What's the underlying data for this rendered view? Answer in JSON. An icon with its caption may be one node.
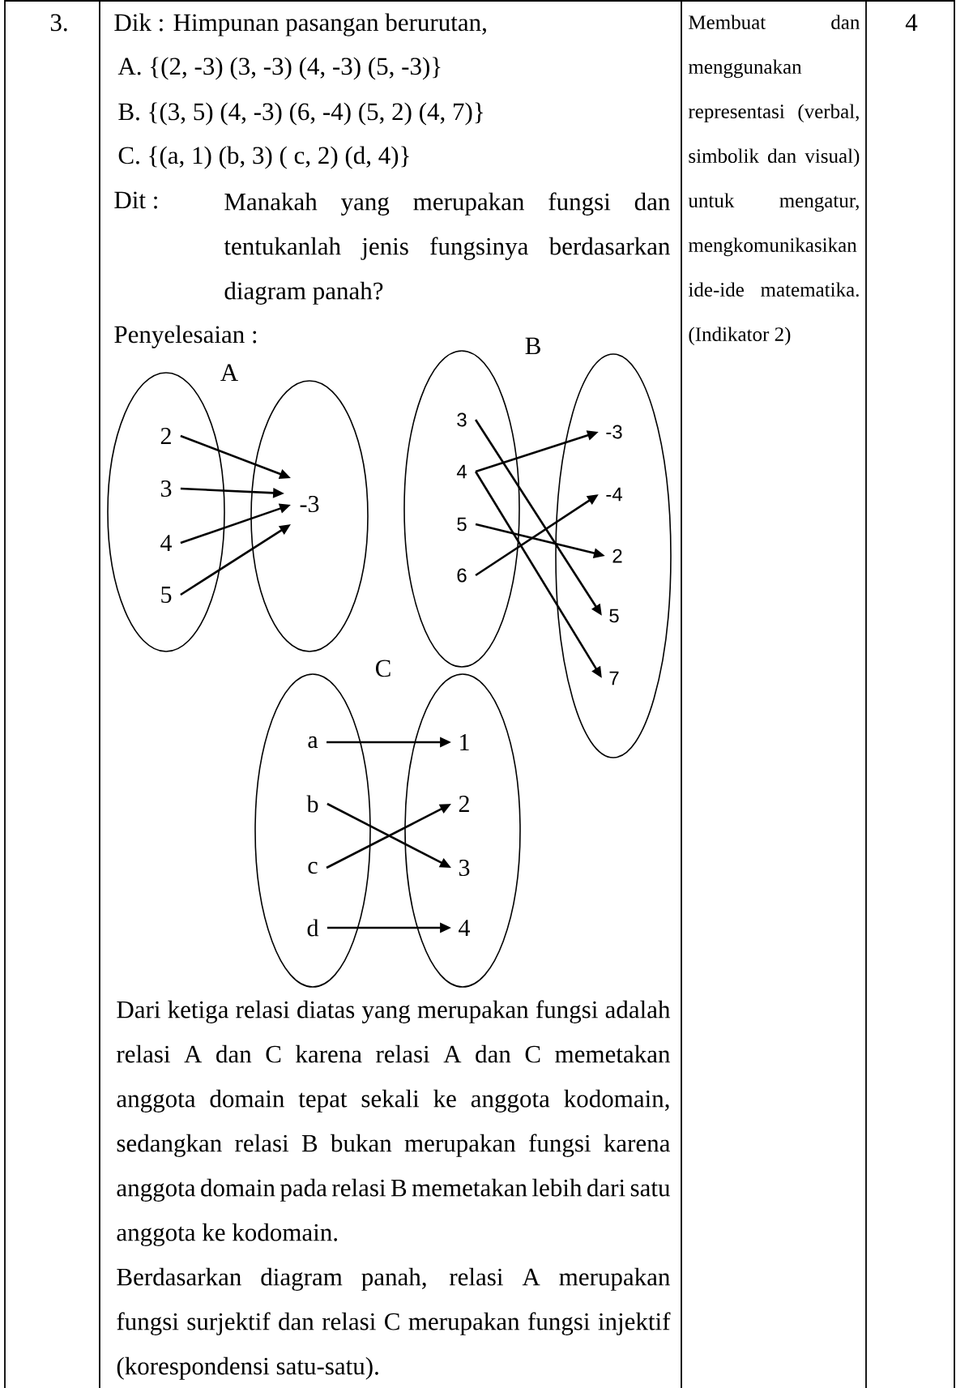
{
  "diagram": {
    "nodes": [
      {
        "text": [],
        "shape": "ellipse"
      },
      {
        "text": [],
        "shape": "ellipse"
      },
      {
        "text": [
          "2"
        ],
        "in": 0
      },
      {
        "text": [
          "3"
        ],
        "in": 0
      },
      {
        "text": [
          "4"
        ],
        "in": 0
      },
      {
        "text": [
          "5"
        ],
        "in": 0
      },
      {
        "text": [
          "-3"
        ],
        "in": 1
      },
      {
        "text": [],
        "shape": "ellipse"
      },
      {
        "text": [],
        "shape": "ellipse"
      },
      {
        "text": [
          "3"
        ],
        "in": 7
      },
      {
        "text": [
          "4"
        ],
        "in": 7
      },
      {
        "text": [
          "5"
        ],
        "in": 7
      },
      {
        "text": [
          "6"
        ],
        "in": 7
      },
      {
        "text": [
          "-3"
        ],
        "in": 8
      },
      {
        "text": [
          "-4"
        ],
        "in": 8
      },
      {
        "text": [
          "2"
        ],
        "in": 8
      },
      {
        "text": [
          "5"
        ],
        "in": 8
      },
      {
        "text": [
          "7"
        ],
        "in": 8
      },
      {
        "text": [],
        "shape": "ellipse"
      },
      {
        "text": [],
        "shape": "ellipse"
      },
      {
        "text": [
          "a"
        ],
        "in": 18
      },
      {
        "text": [
          "b"
        ],
        "in": 18
      },
      {
        "text": [
          "c"
        ],
        "in": 18
      },
      {
        "text": [
          "d"
        ],
        "in": 18
      },
      {
        "text": [
          "1"
        ],
        "in": 19
      },
      {
        "text": [
          "2"
        ],
        "in": 19
      },
      {
        "text": [
          "3"
        ],
        "in": 19
      },
      {
        "text": [
          "4"
        ],
        "in": 19
      }
    ],
    "edges": [
      {
        "from": 2,
        "to": 6,
        "arrow": "to"
      },
      {
        "from": 3,
        "to": 6,
        "arrow": "to"
      },
      {
        "from": 4,
        "to": 6,
        "arrow": "to"
      },
      {
        "from": 5,
        "to": 6,
        "arrow": "to"
      },
      {
        "from": 9,
        "to": 16,
        "arrow": "to"
      },
      {
        "from": 10,
        "to": 13,
        "arrow": "to"
      },
      {
        "from": 10,
        "to": 17,
        "arrow": "to"
      },
      {
        "from": 11,
        "to": 15,
        "arrow": "to"
      },
      {
        "from": 12,
        "to": 14,
        "arrow": "to"
      },
      {
        "from": 20,
        "to": 24,
        "arrow": "to"
      },
      {
        "from": 21,
        "to": 26,
        "arrow": "to"
      },
      {
        "from": 22,
        "to": 25,
        "arrow": "to"
      },
      {
        "from": 23,
        "to": 27,
        "arrow": "to"
      }
    ],
    "labels": [
      "3.",
      "Dik : Himpunan pasangan berurutan,",
      "A. {(2, -3) (3, -3) (4, -3) (5, -3)}",
      "B. {(3, 5) (4, -3) (6, -4) (5, 2) (4, 7)}",
      "C. {(a, 1) (b, 3) ( c, 2) (d, 4)}",
      "Dit :",
      "Manakah yang merupakan fungsi dan tentukanlah jenis fungsinya berdasarkan diagram panah?",
      "Penyelesaian :",
      "A",
      "B",
      "C",
      "Dari ketiga relasi diatas yang merupakan fungsi adalah relasi A dan C karena relasi A dan C memetakan anggota domain tepat sekali ke anggota kodomain, sedangkan relasi B bukan merupakan fungsi karena anggota domain pada relasi B memetakan lebih dari satu anggota ke kodomain.",
      "Berdasarkan diagram panah,  relasi A merupakan fungsi surjektif dan relasi C merupakan fungsi injektif (korespondensi satu-satu).",
      "Membuat dan menggunakan representasi (verbal, simbolik dan visual) untuk mengatur, mengkomunikasikan ide-ide matematika. (Indikator 2)",
      "4"
    ]
  }
}
